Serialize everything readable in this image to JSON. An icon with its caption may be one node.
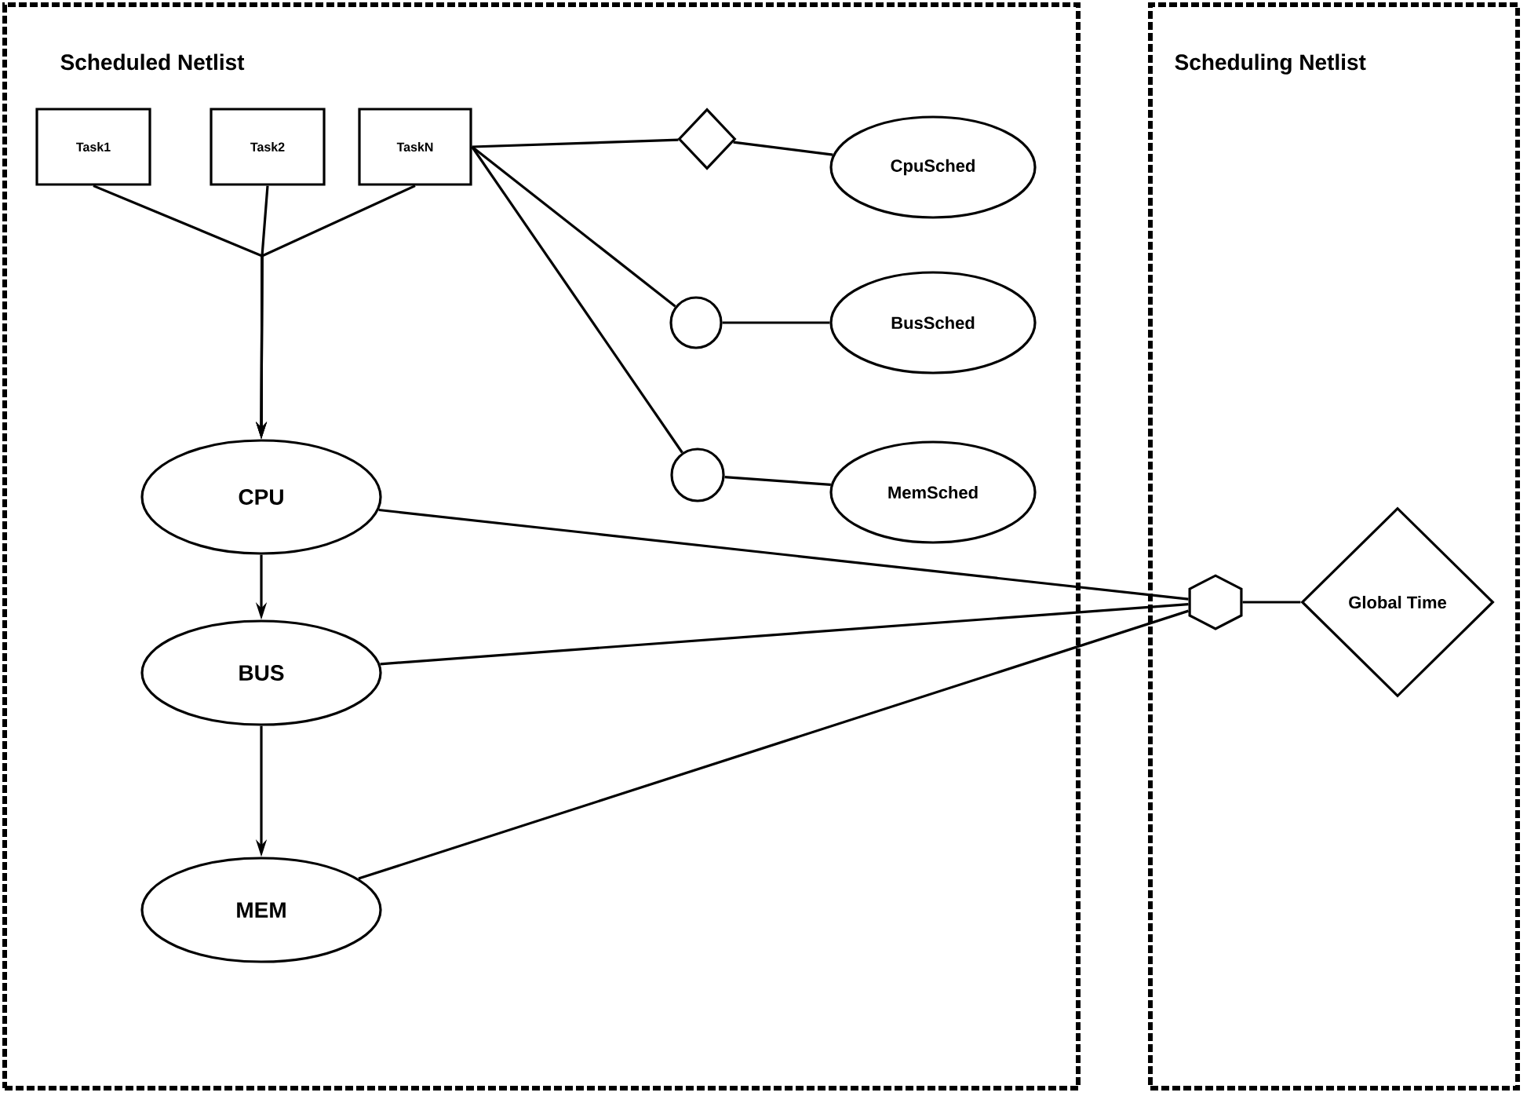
{
  "diagram": {
    "nodes": [
      {
        "text": [
          "Scheduled Netlist"
        ]
      },
      {
        "text": [
          "Scheduling Netlist"
        ]
      },
      {
        "text": [
          "Task1"
        ],
        "in": 0
      },
      {
        "text": [
          "Task2"
        ],
        "in": 0
      },
      {
        "text": [
          "TaskN"
        ],
        "in": 0
      },
      {
        "text": [],
        "shape": "diamond",
        "in": 0
      },
      {
        "text": [
          "CpuSched"
        ],
        "in": 0
      },
      {
        "text": [],
        "shape": "circle",
        "in": 0
      },
      {
        "text": [
          "BusSched"
        ],
        "in": 0
      },
      {
        "text": [],
        "shape": "circle",
        "in": 0
      },
      {
        "text": [
          "MemSched"
        ],
        "in": 0
      },
      {
        "text": [
          "CPU"
        ],
        "in": 0
      },
      {
        "text": [
          "BUS"
        ],
        "in": 0
      },
      {
        "text": [
          "MEM"
        ],
        "in": 0
      },
      {
        "text": [],
        "shape": "hexagon",
        "in": 1
      },
      {
        "text": [
          "Global Time"
        ],
        "in": 1
      }
    ],
    "edges": [
      {
        "from": 2,
        "to": 11,
        "arrow": "to"
      },
      {
        "from": 3,
        "to": 11,
        "arrow": "to"
      },
      {
        "from": 4,
        "to": 11,
        "arrow": "to"
      },
      {
        "from": 4,
        "to": 5,
        "arrow": "none"
      },
      {
        "from": 5,
        "to": 6,
        "arrow": "none"
      },
      {
        "from": 4,
        "to": 7,
        "arrow": "none"
      },
      {
        "from": 7,
        "to": 8,
        "arrow": "none"
      },
      {
        "from": 4,
        "to": 9,
        "arrow": "none"
      },
      {
        "from": 9,
        "to": 10,
        "arrow": "none"
      },
      {
        "from": 11,
        "to": 12,
        "arrow": "to"
      },
      {
        "from": 12,
        "to": 13,
        "arrow": "to"
      },
      {
        "from": 11,
        "to": 14,
        "arrow": "none"
      },
      {
        "from": 12,
        "to": 14,
        "arrow": "none"
      },
      {
        "from": 13,
        "to": 14,
        "arrow": "none"
      },
      {
        "from": 14,
        "to": 15,
        "arrow": "none"
      }
    ]
  }
}
